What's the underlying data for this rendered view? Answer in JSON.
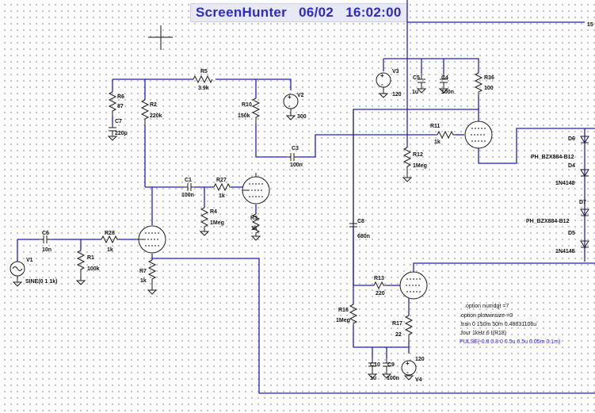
{
  "banner": {
    "app": "ScreenHunter",
    "date": "06/02",
    "time": "16:02:00"
  },
  "components": {
    "R5": {
      "ref": "R5",
      "value": "3.9k"
    },
    "R6": {
      "ref": "R6",
      "value": "87"
    },
    "C7": {
      "ref": "C7",
      "value": "220μ"
    },
    "R2": {
      "ref": "R2",
      "value": "220k"
    },
    "R10": {
      "ref": "R10",
      "value": "150k"
    },
    "V2": {
      "ref": "V2",
      "value": "300"
    },
    "C3": {
      "ref": "C3",
      "value": "100n"
    },
    "C1": {
      "ref": "C1",
      "value": "100n"
    },
    "R27": {
      "ref": "R27",
      "value": "1k"
    },
    "R4": {
      "ref": "R4",
      "value": "1Meg"
    },
    "R3": {
      "ref": "R3",
      "value": "1k"
    },
    "C6": {
      "ref": "C6",
      "value": "10n"
    },
    "R28": {
      "ref": "R28",
      "value": "1k"
    },
    "R1": {
      "ref": "R1",
      "value": "100k"
    },
    "V1": {
      "ref": "V1",
      "value": "SINE(0 1 1k)"
    },
    "R7": {
      "ref": "R7",
      "value": "1k"
    },
    "V3": {
      "ref": "V3",
      "value": "120"
    },
    "C5": {
      "ref": "C5",
      "value": "1u"
    },
    "C4": {
      "ref": "C4",
      "value": "100n"
    },
    "R36": {
      "ref": "R36",
      "value": "100"
    },
    "R11": {
      "ref": "R11",
      "value": "1k"
    },
    "R12": {
      "ref": "R12",
      "value": "1Meg"
    },
    "C8": {
      "ref": "C8",
      "value": "680n"
    },
    "R13": {
      "ref": "R13",
      "value": "220"
    },
    "R16": {
      "ref": "R16",
      "value": "1Meg"
    },
    "R17": {
      "ref": "R17",
      "value": "22"
    },
    "C10": {
      "ref": "C10",
      "value": "1u"
    },
    "C9": {
      "ref": "C9",
      "value": "100n"
    },
    "V4": {
      "ref": "V4",
      "value": "120"
    },
    "D6": {
      "ref": "D6",
      "value": "PH_BZX884-B12"
    },
    "D4": {
      "ref": "D4",
      "value": "1N4148"
    },
    "D7": {
      "ref": "D7",
      "value": "PH_BZX884-B12"
    },
    "D5": {
      "ref": "D5",
      "value": "1N4148"
    },
    "edge_label": "15"
  },
  "directives": [
    ".option numdgt =7",
    ".option plotwinsize =0",
    ".tran 0 150m 50m 0.488311​06u",
    ".four 1kHz 6 I(R18)"
  ],
  "pulse_text": "PULSE(-0.8 0.8 0 0.5u 0.5u 0.05m 0.1m)",
  "colors": {
    "wire": "#1f1fd6",
    "component": "#1b1b1b",
    "banner_text": "#2a2ad0",
    "grid_dot": "#a6a6a6"
  }
}
